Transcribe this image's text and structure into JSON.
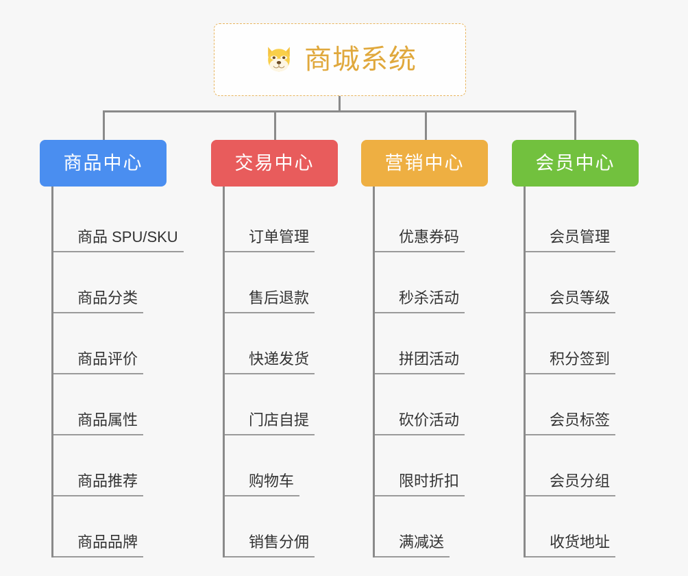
{
  "background_color": "#f7f7f7",
  "root": {
    "title": "商城系统",
    "icon": "shiba-dog-face-icon",
    "text_color": "#e0a83c",
    "border_color": "#e8b45c",
    "background": "#fefefe"
  },
  "connector_color": "#8a8a8a",
  "categories": [
    {
      "label": "商品中心",
      "color": "#4a8ef0",
      "items": [
        "商品 SPU/SKU",
        "商品分类",
        "商品评价",
        "商品属性",
        "商品推荐",
        "商品品牌"
      ]
    },
    {
      "label": "交易中心",
      "color": "#e85c5c",
      "items": [
        "订单管理",
        "售后退款",
        "快递发货",
        "门店自提",
        "购物车",
        "销售分佣"
      ]
    },
    {
      "label": "营销中心",
      "color": "#eeaf42",
      "items": [
        "优惠券码",
        "秒杀活动",
        "拼团活动",
        "砍价活动",
        "限时折扣",
        "满减送"
      ]
    },
    {
      "label": "会员中心",
      "color": "#72c13e",
      "items": [
        "会员管理",
        "会员等级",
        "积分签到",
        "会员标签",
        "会员分组",
        "收货地址"
      ]
    }
  ]
}
